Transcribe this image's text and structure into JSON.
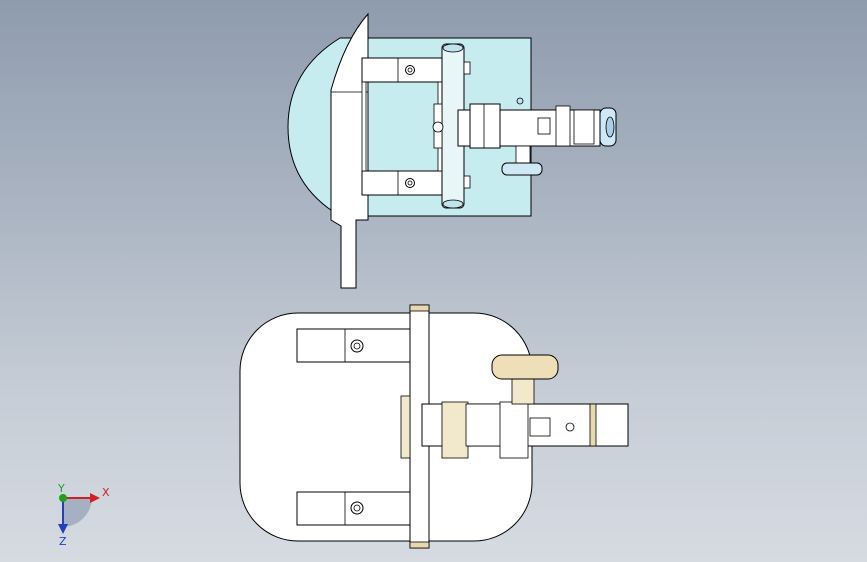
{
  "window": {
    "title": ""
  },
  "triad": {
    "x_label": "X",
    "y_label": "Y",
    "z_label": "Z",
    "x_color": "#d02020",
    "y_color": "#20a020",
    "z_color": "#2040c0"
  },
  "colors": {
    "background_top": "#8f9cae",
    "background_bottom": "#d6dbe2",
    "part_fill": "#ffffff",
    "plate_fill": "#c7ecf0",
    "edge": "#000000",
    "brass": "#e8d8b0"
  },
  "views": [
    {
      "name": "top-view"
    },
    {
      "name": "front-view"
    }
  ]
}
